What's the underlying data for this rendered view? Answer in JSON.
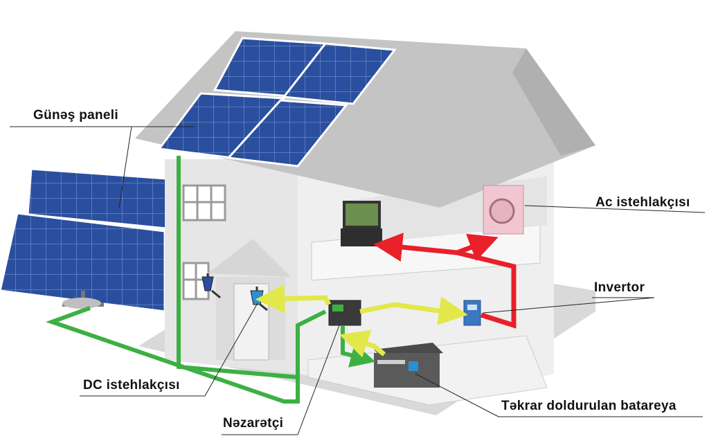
{
  "labels": {
    "solar_panel": "Günəş paneli",
    "ac_consumer": "Ac istehlakçısı",
    "inverter": "Invertor",
    "dc_consumer": "DC istehlakçısı",
    "controller": "Nəzarətçi",
    "battery": "Təkrar doldurulan batareya"
  },
  "colors": {
    "dc_wire": "#3cb043",
    "ac_wire": "#e8202a",
    "light_wire": "#e3e84a",
    "panel_blue": "#2a4f9e",
    "wall": "#e6e6e6",
    "roof": "#c4c4c4"
  },
  "icons": [
    "solar-panel-icon",
    "tv-icon",
    "washing-machine-icon",
    "lamp-icon",
    "controller-icon",
    "inverter-icon",
    "battery-icon"
  ]
}
